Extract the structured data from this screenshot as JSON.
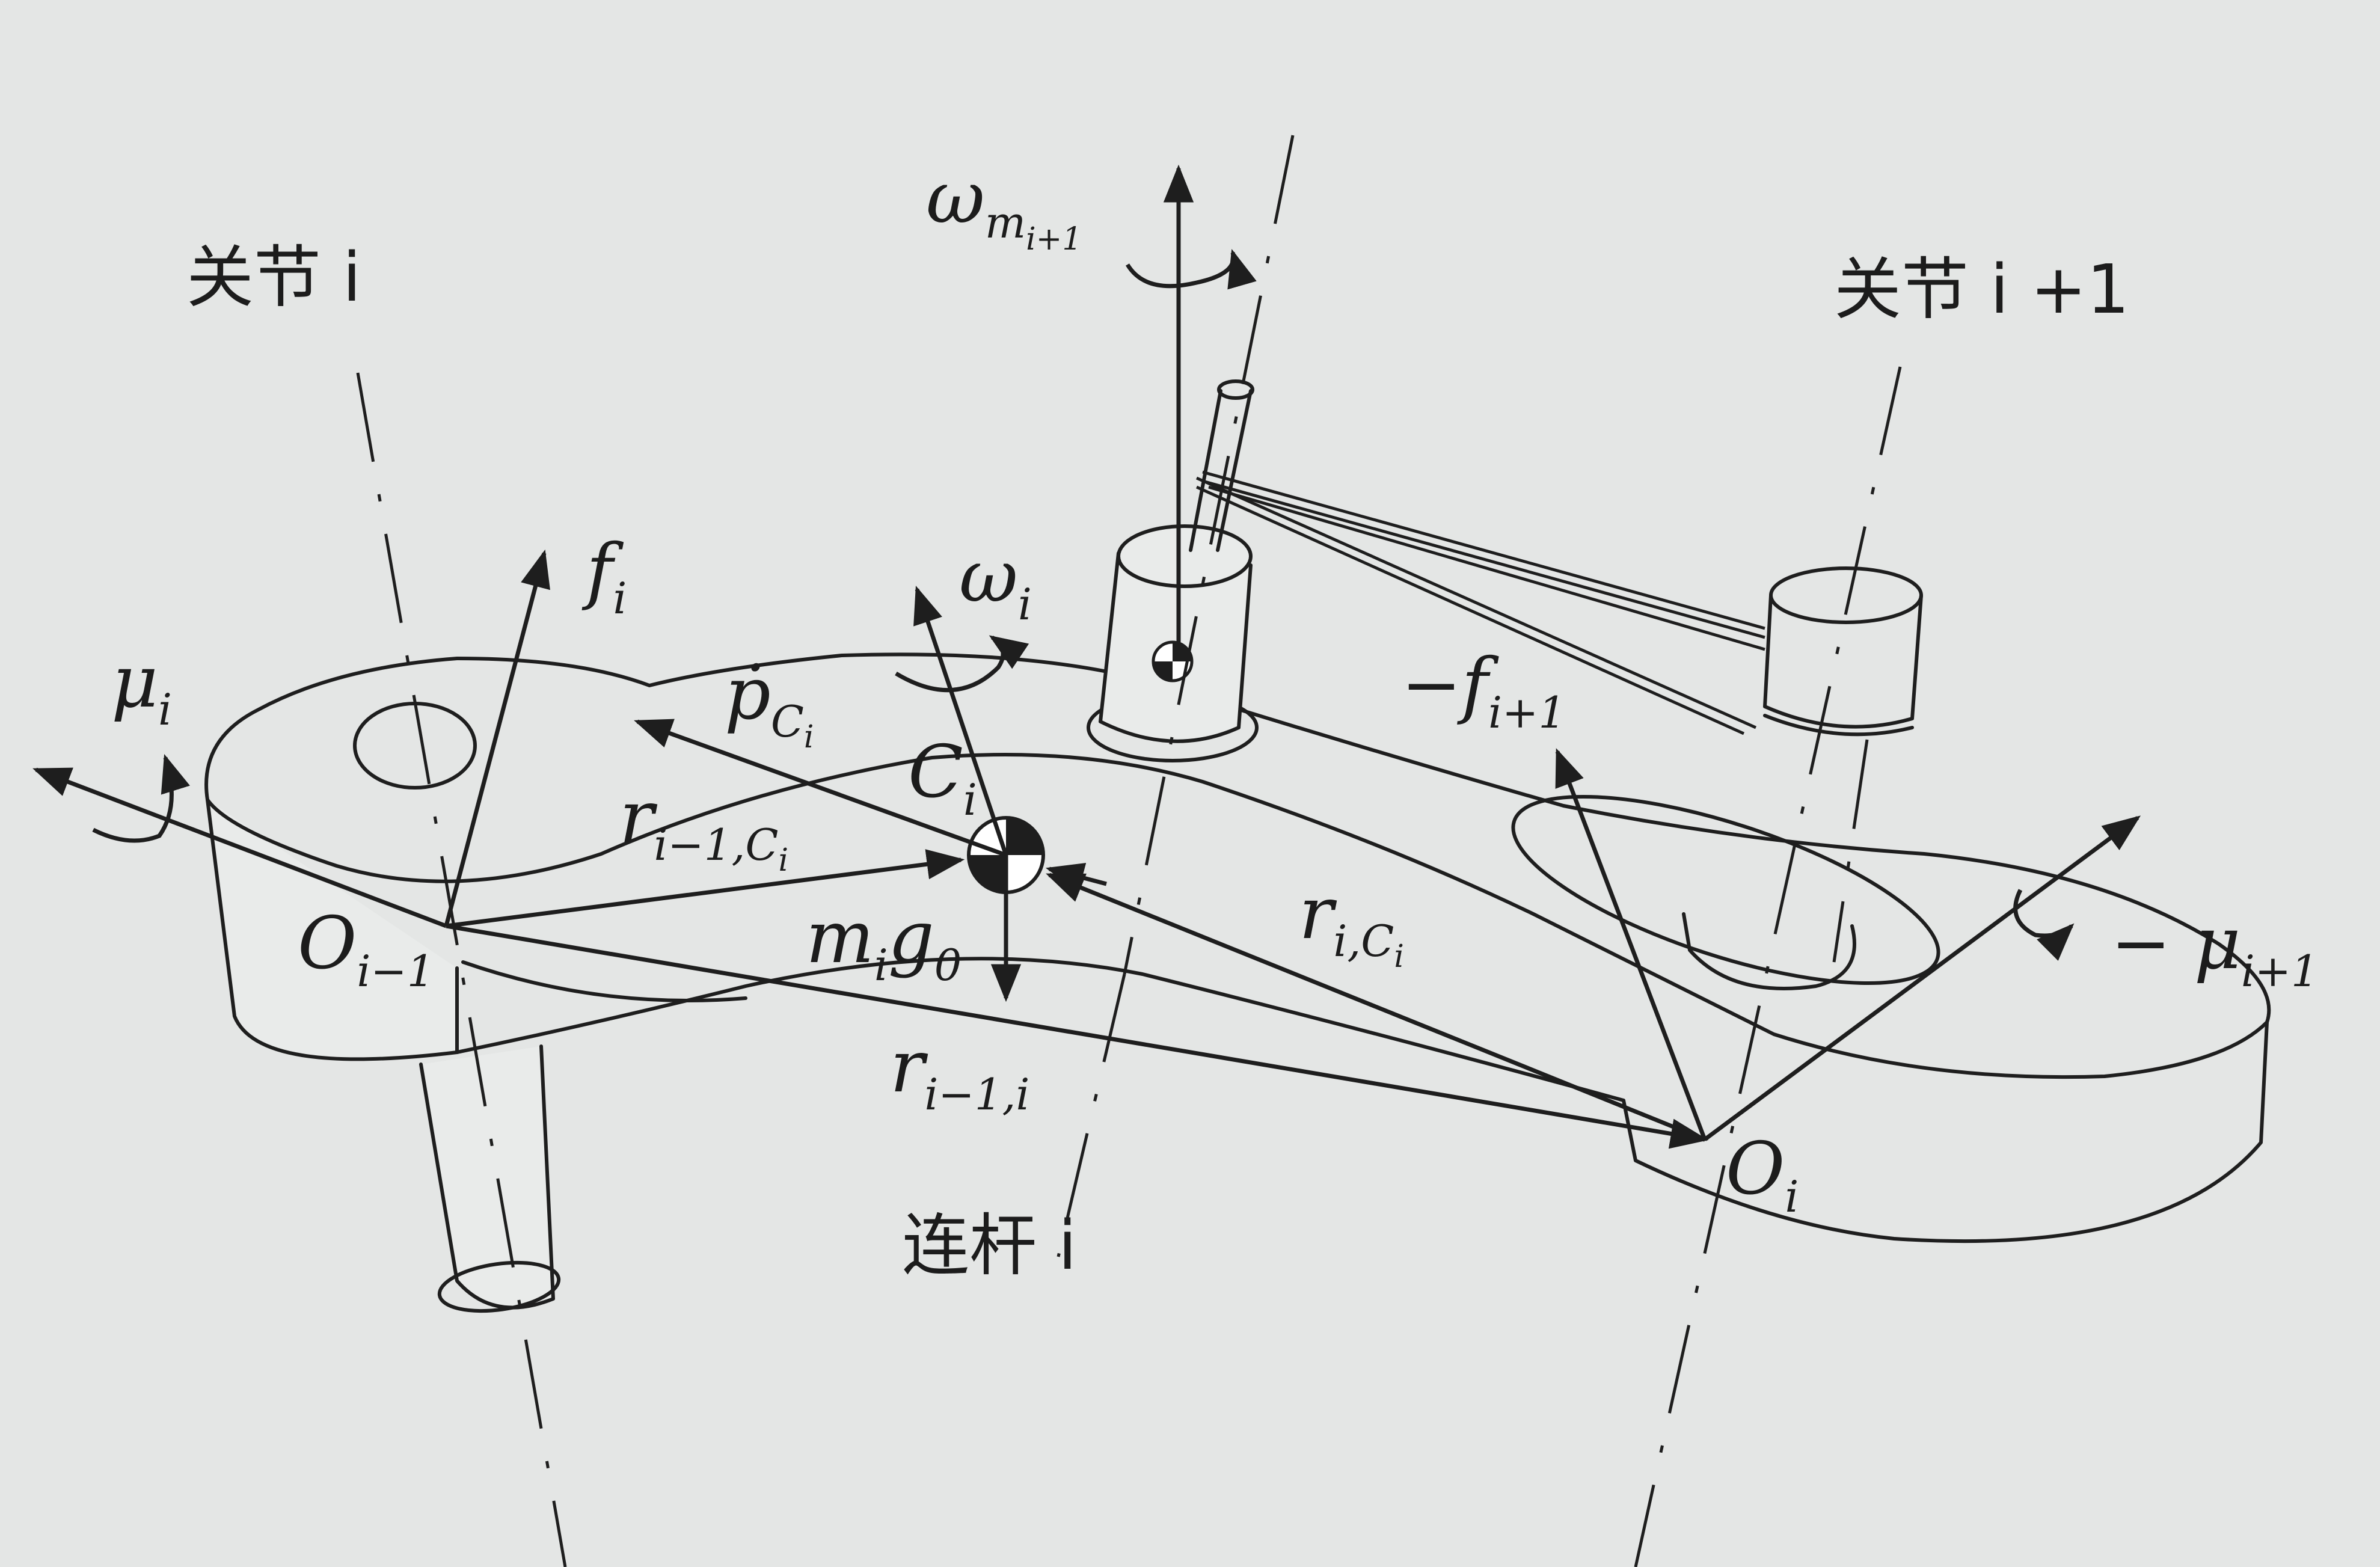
{
  "labels": {
    "joint_i": "关节  i",
    "joint_i1": "关节  i +1",
    "link_i": "连杆  i",
    "mu_i": {
      "main": "μ",
      "sub": "i"
    },
    "f_i": {
      "main": "f",
      "sub": "i"
    },
    "p_ci": {
      "main": "ṗ",
      "sub": "C",
      "subsub": "i"
    },
    "omega_i": {
      "main": "ω",
      "sub": "i"
    },
    "omega_m": {
      "main": "ω",
      "sub": "m",
      "subsub": "i+1"
    },
    "C_i": {
      "main": "C",
      "sub": "i"
    },
    "r_im1_ci": {
      "main": "r",
      "sub": "i−1,C",
      "subsub": "i"
    },
    "O_im1": {
      "main": "O",
      "sub": "i−1"
    },
    "m_i_g0": {
      "m": "m",
      "i": "i",
      "g": "g",
      "zero": "0"
    },
    "r_i_ci": {
      "main": "r",
      "sub": "i,C",
      "subsub": "i"
    },
    "neg_f_i1": {
      "main": "−f",
      "sub": "i+1"
    },
    "neg_mu_i1": {
      "main": "− μ",
      "sub": "i+1"
    },
    "r_im1_i": {
      "main": "r",
      "sub": "i−1,i"
    },
    "O_i": {
      "main": "O",
      "sub": "i"
    }
  }
}
